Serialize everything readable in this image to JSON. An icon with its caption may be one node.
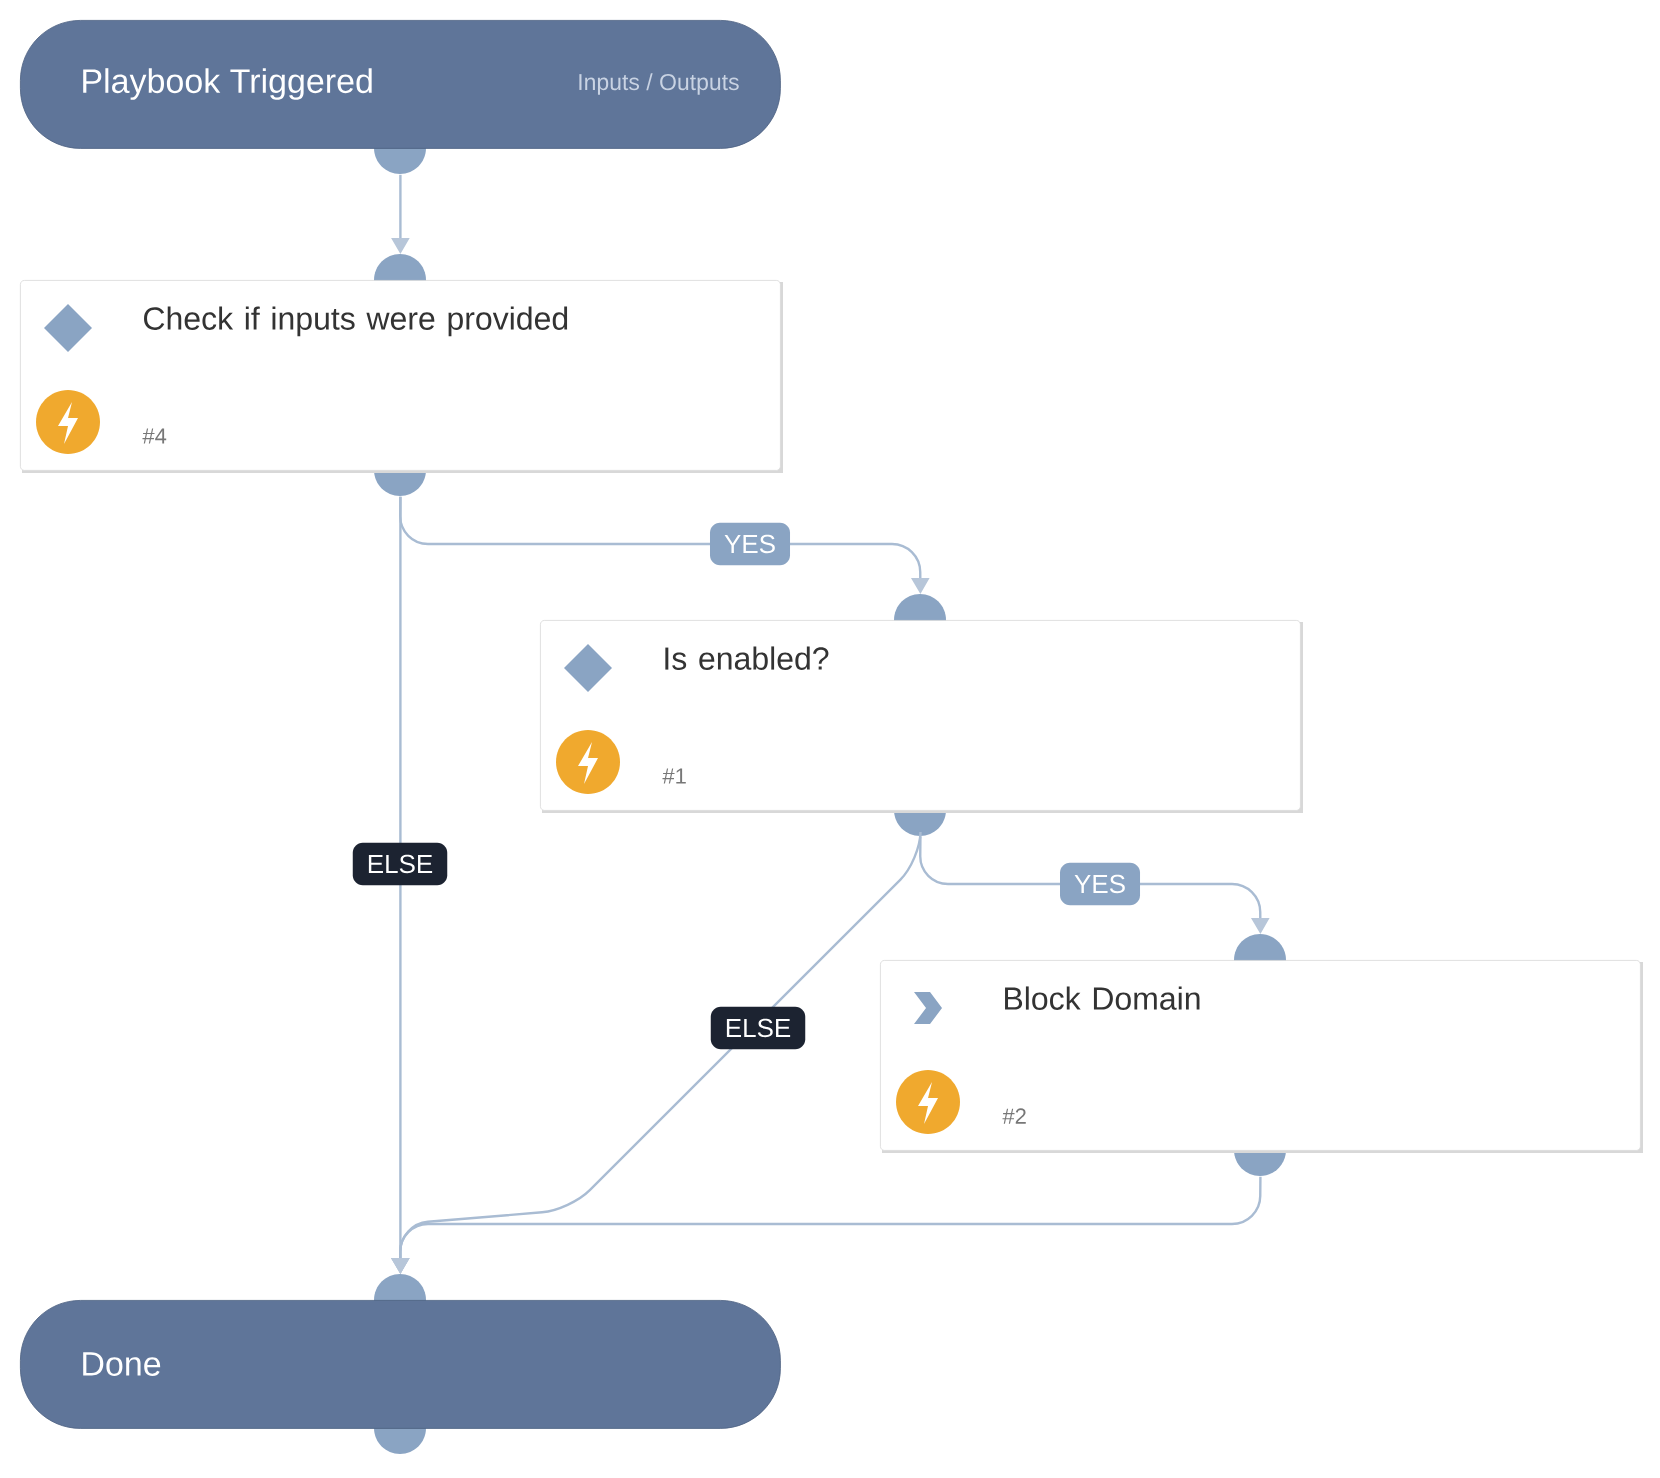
{
  "diagram": {
    "nodes": [
      {
        "text": [
          "Playbook Triggered",
          "Inputs / Outputs"
        ]
      },
      {
        "text": [
          "Check if inputs were provided",
          "#4"
        ]
      },
      {
        "text": [
          "Is enabled?",
          "#1"
        ]
      },
      {
        "text": [
          "Block Domain",
          "#2"
        ]
      },
      {
        "text": [
          "Done"
        ]
      }
    ],
    "edges": [
      {
        "from": 0,
        "to": 1,
        "arrow": "to"
      },
      {
        "from": 1,
        "to": 2,
        "arrow": "to",
        "label": "YES"
      },
      {
        "from": 1,
        "to": 4,
        "arrow": "to",
        "label": "ELSE"
      },
      {
        "from": 2,
        "to": 3,
        "arrow": "to",
        "label": "YES"
      },
      {
        "from": 2,
        "to": 4,
        "arrow": "to",
        "label": "ELSE"
      },
      {
        "from": 3,
        "to": 4,
        "arrow": "to"
      }
    ]
  }
}
